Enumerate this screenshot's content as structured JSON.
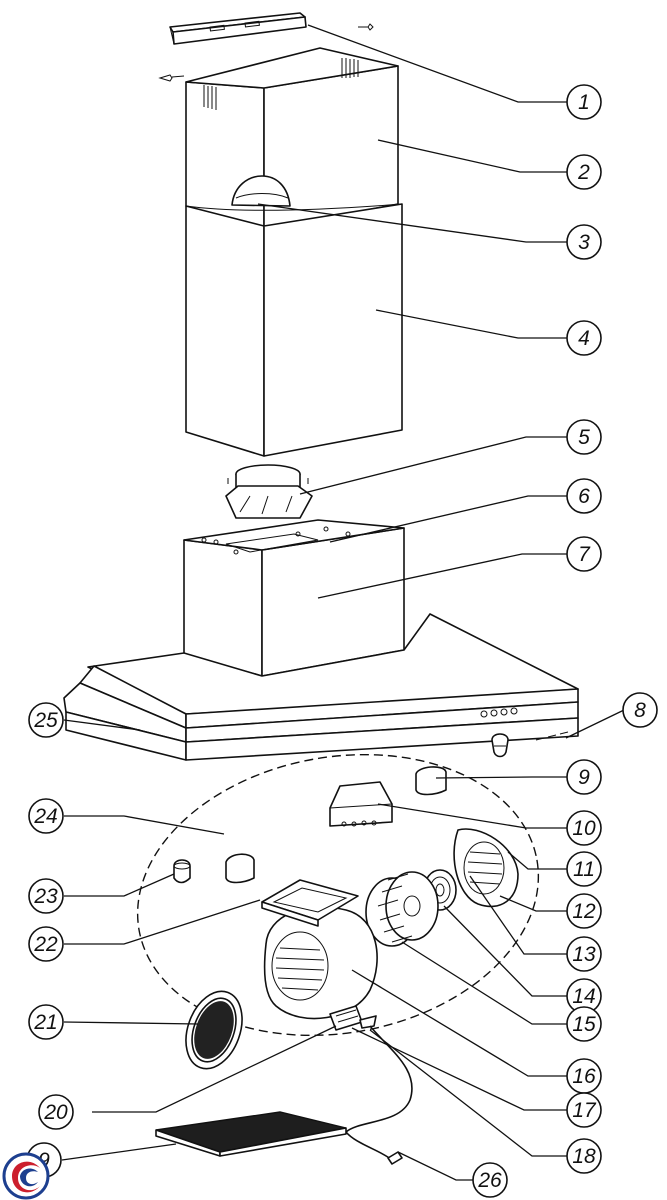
{
  "callouts": [
    {
      "id": "1",
      "label": "1"
    },
    {
      "id": "2",
      "label": "2"
    },
    {
      "id": "3",
      "label": "3"
    },
    {
      "id": "4",
      "label": "4"
    },
    {
      "id": "5",
      "label": "5"
    },
    {
      "id": "6",
      "label": "6"
    },
    {
      "id": "7",
      "label": "7"
    },
    {
      "id": "8",
      "label": "8"
    },
    {
      "id": "9a",
      "label": "9"
    },
    {
      "id": "10",
      "label": "10"
    },
    {
      "id": "11",
      "label": "11"
    },
    {
      "id": "12",
      "label": "12"
    },
    {
      "id": "13",
      "label": "13"
    },
    {
      "id": "14",
      "label": "14"
    },
    {
      "id": "15",
      "label": "15"
    },
    {
      "id": "16",
      "label": "16"
    },
    {
      "id": "17",
      "label": "17"
    },
    {
      "id": "18",
      "label": "18"
    },
    {
      "id": "9b",
      "label": "9"
    },
    {
      "id": "20",
      "label": "20"
    },
    {
      "id": "21",
      "label": "21"
    },
    {
      "id": "22",
      "label": "22"
    },
    {
      "id": "23",
      "label": "23"
    },
    {
      "id": "24",
      "label": "24"
    },
    {
      "id": "25",
      "label": "25"
    },
    {
      "id": "26",
      "label": "26"
    }
  ],
  "logo": {
    "icon": "brand-logo-icon"
  }
}
